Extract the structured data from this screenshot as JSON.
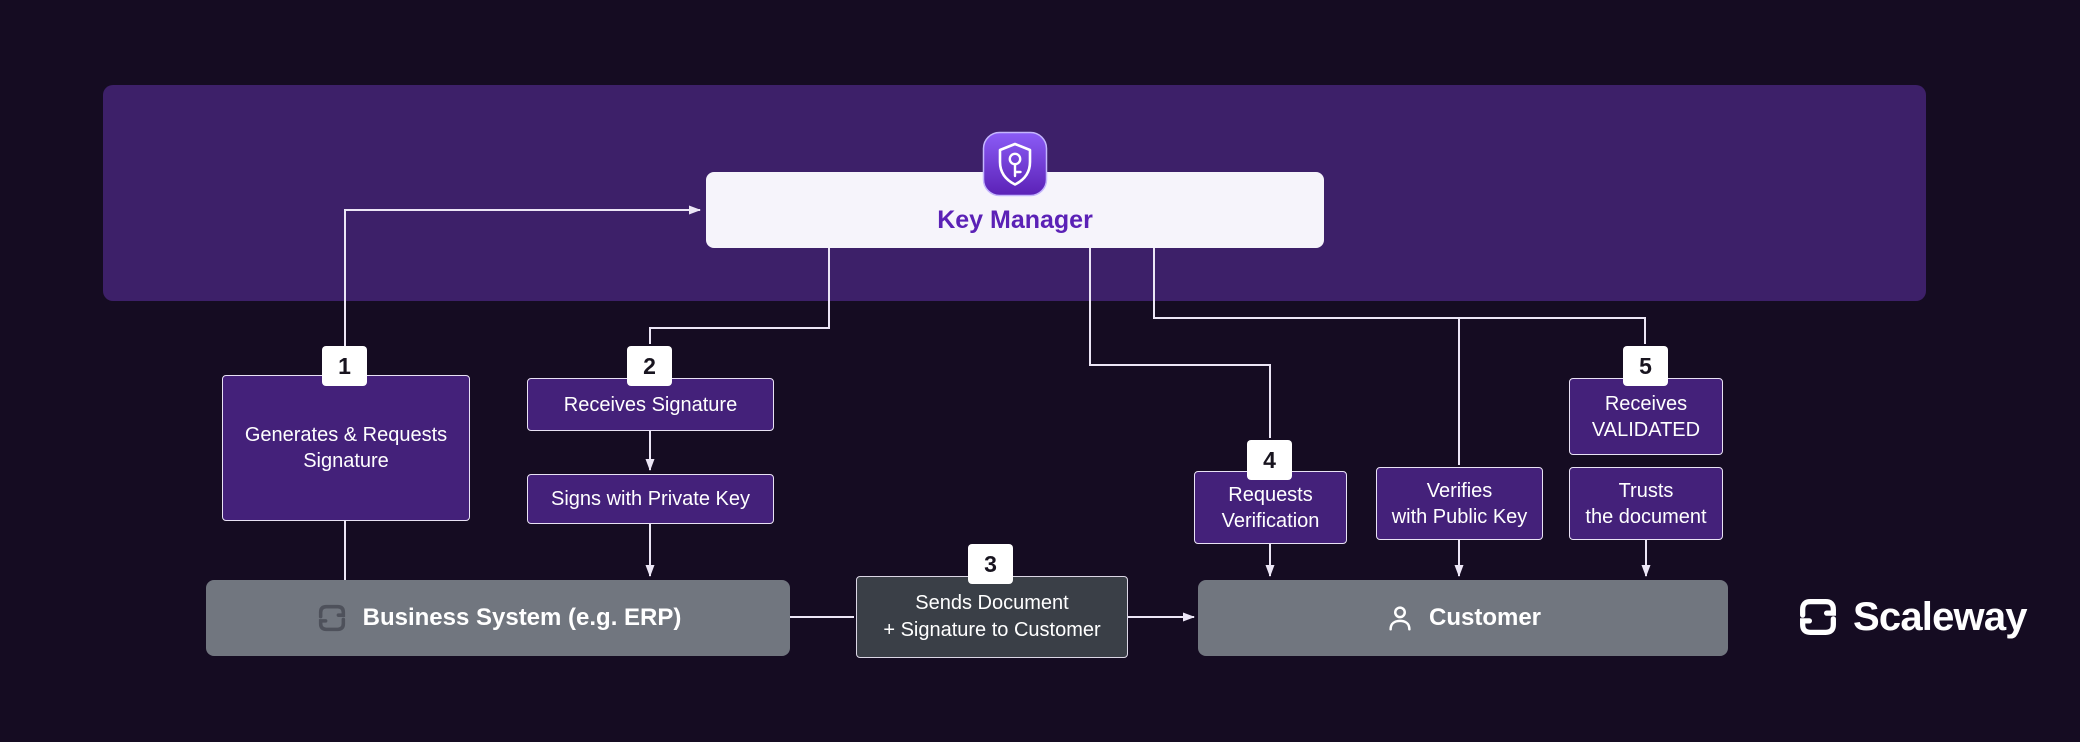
{
  "title": "Key Manager signature workflow diagram",
  "colors": {
    "background": "#150c22",
    "banner": "#3d2069",
    "purple_box": "#44217a",
    "box_border": "#e9e2f5",
    "key_manager_bg": "#f6f4fb",
    "key_manager_text": "#5b21b6",
    "system_box": "#71767f",
    "document_box": "#3a3f47",
    "badge_bg": "#ffffff",
    "badge_text": "#18141f",
    "connector": "#ece6f6",
    "text": "#ffffff"
  },
  "key_manager": {
    "label": "Key Manager",
    "icon": "shield-key-icon"
  },
  "badges": {
    "step1": "1",
    "step2": "2",
    "step3": "3",
    "step4": "4",
    "step5": "5"
  },
  "nodes": {
    "generate": "Generates & Requests\nSignature",
    "receive_signature": "Receives Signature",
    "sign_private_key": "Signs with Private Key",
    "send_document": "Sends Document\n+ Signature to Customer",
    "request_verification": "Requests\nVerification",
    "verify_public_key": "Verifies\nwith Public Key",
    "receive_validated": "Receives\nVALIDATED",
    "trust_document": "Trusts\nthe document",
    "business_system": "Business System (e.g. ERP)",
    "customer": "Customer"
  },
  "icons": {
    "key_manager": "shield-key-icon",
    "business_system": "erp-system-icon",
    "customer": "person-icon",
    "brand": "scaleway-mark-icon"
  },
  "brand": {
    "wordmark": "Scaleway"
  }
}
